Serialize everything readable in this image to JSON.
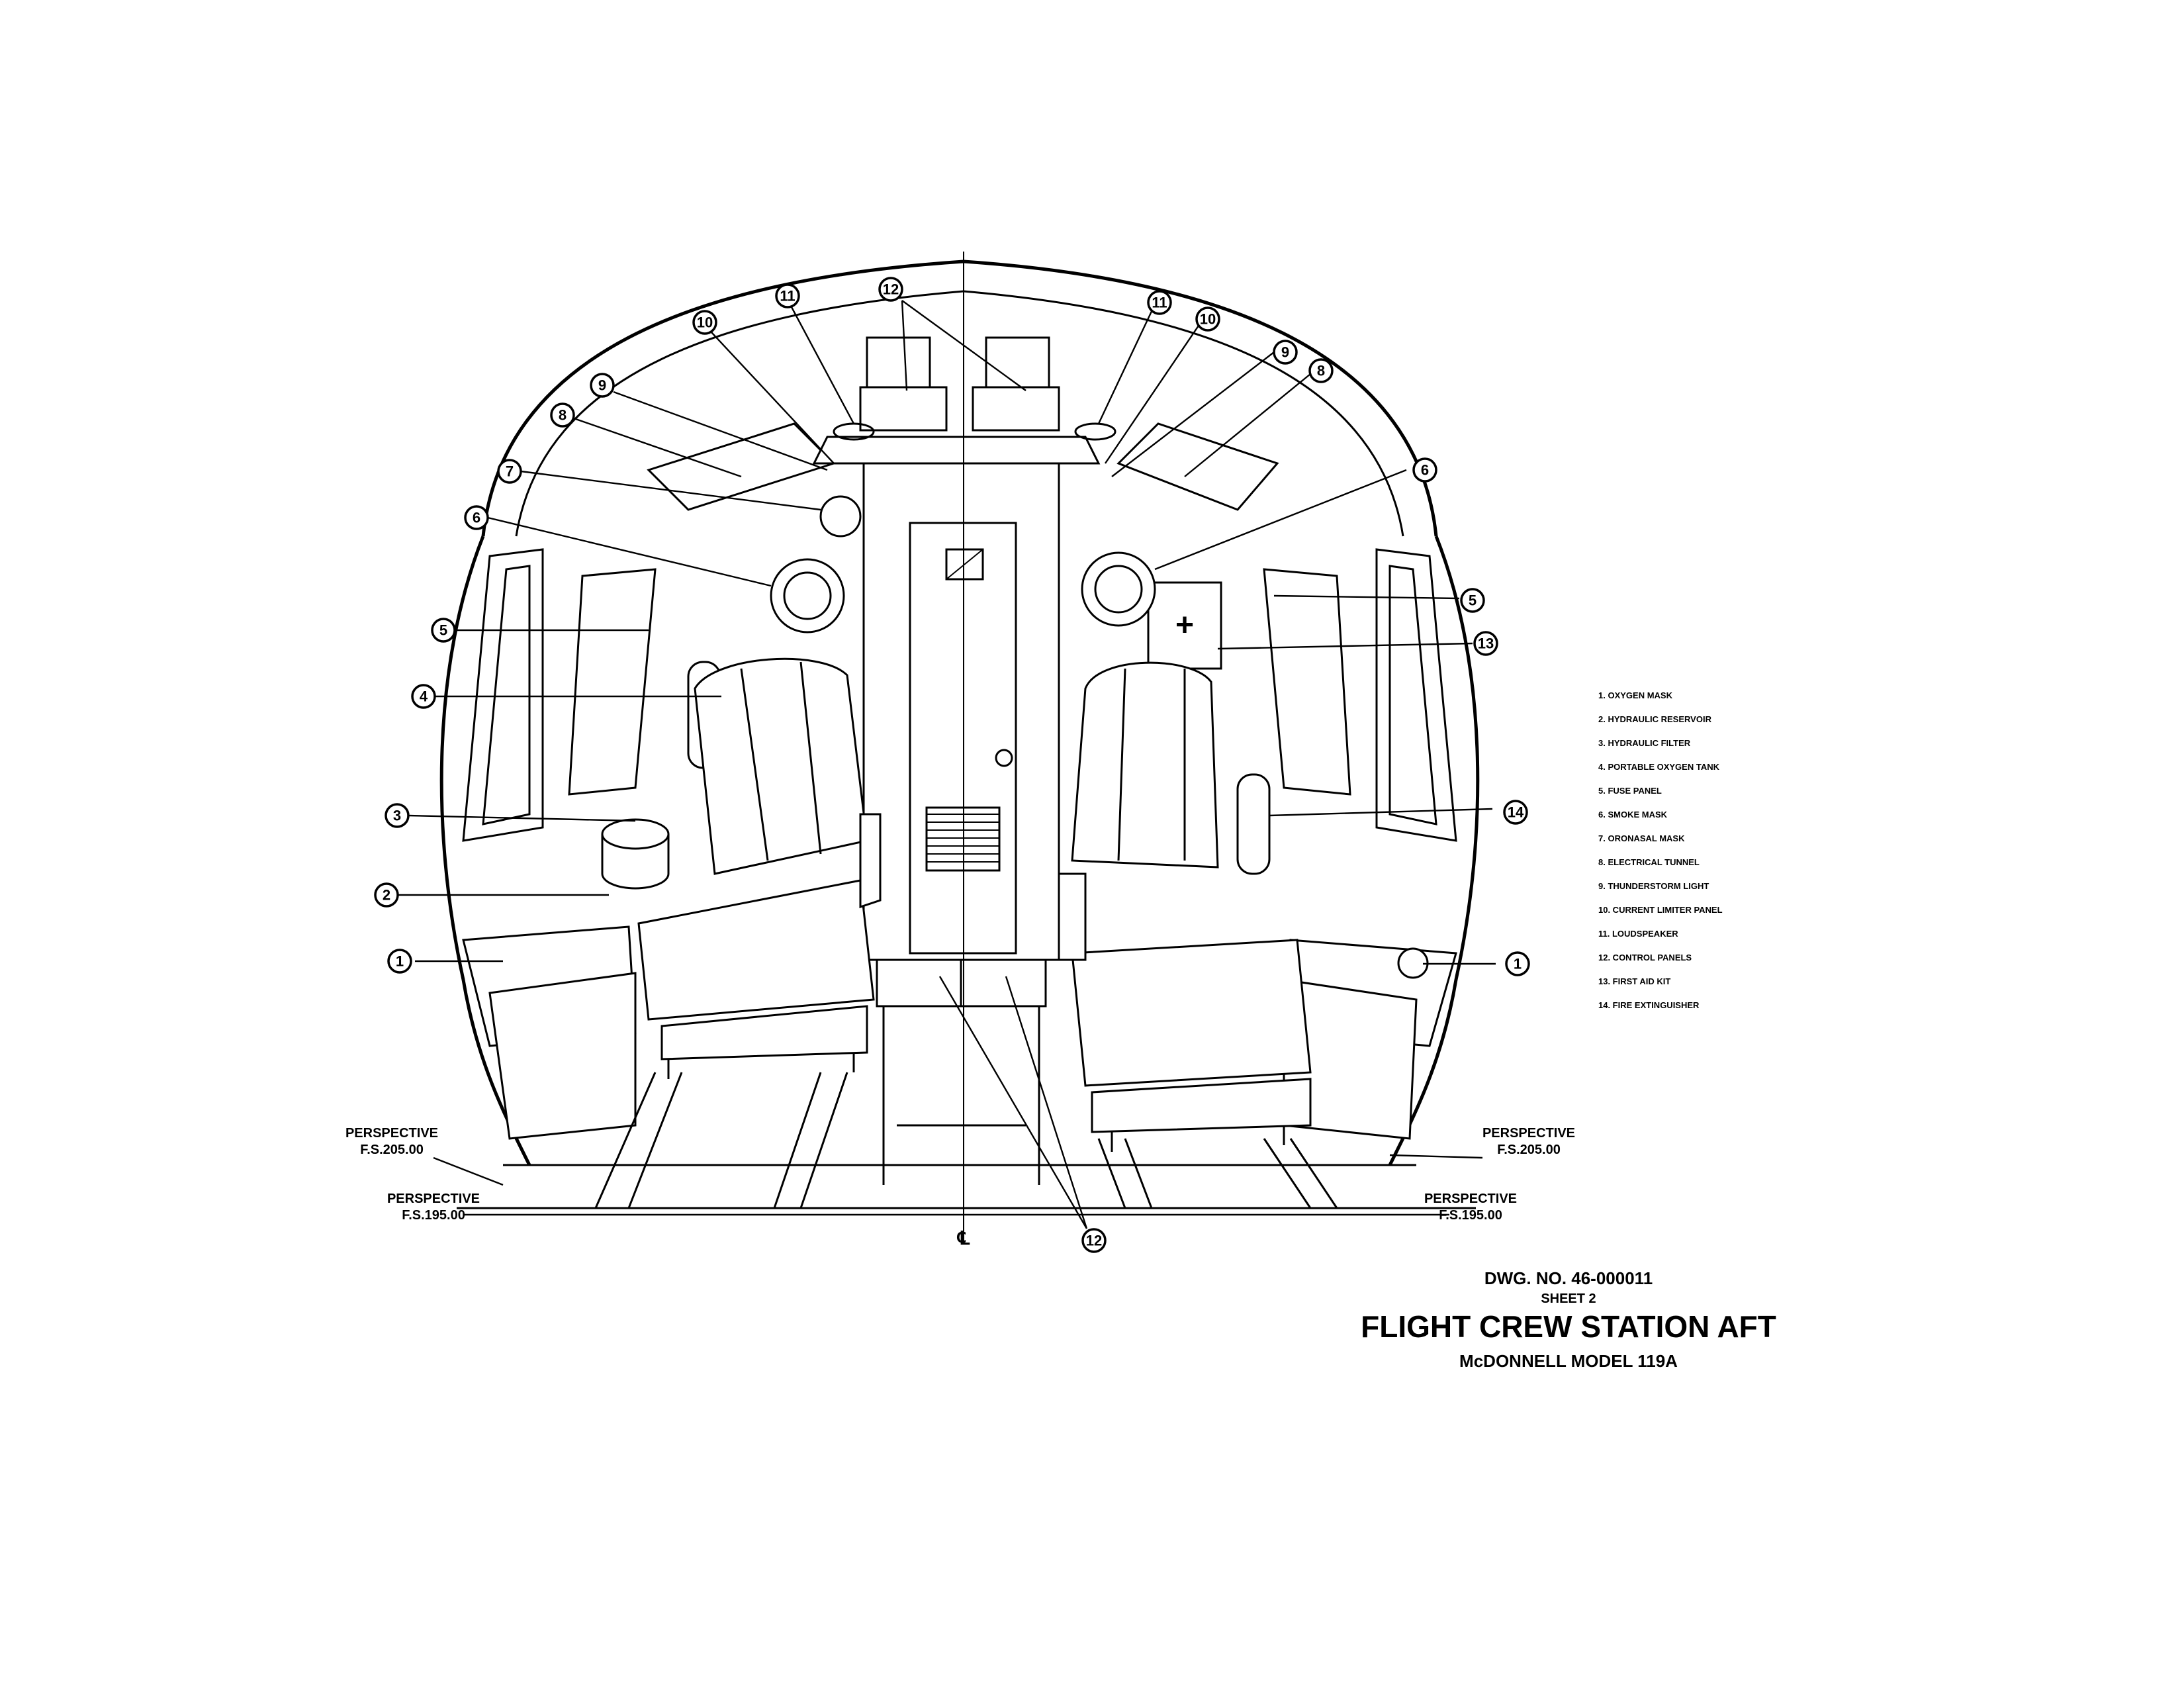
{
  "callouts": [
    {
      "num": "1",
      "side": "left"
    },
    {
      "num": "2",
      "side": "left"
    },
    {
      "num": "3",
      "side": "left"
    },
    {
      "num": "4",
      "side": "left"
    },
    {
      "num": "5",
      "side": "left"
    },
    {
      "num": "6",
      "side": "left"
    },
    {
      "num": "7",
      "side": "left"
    },
    {
      "num": "8",
      "side": "left"
    },
    {
      "num": "9",
      "side": "left"
    },
    {
      "num": "10",
      "side": "left"
    },
    {
      "num": "11",
      "side": "left"
    },
    {
      "num": "12",
      "side": "top"
    },
    {
      "num": "11",
      "side": "right"
    },
    {
      "num": "10",
      "side": "right"
    },
    {
      "num": "9",
      "side": "right"
    },
    {
      "num": "8",
      "side": "right"
    },
    {
      "num": "6",
      "side": "right"
    },
    {
      "num": "5",
      "side": "right"
    },
    {
      "num": "13",
      "side": "right"
    },
    {
      "num": "14",
      "side": "right"
    },
    {
      "num": "1",
      "side": "right"
    },
    {
      "num": "12",
      "side": "bottom"
    }
  ],
  "perspectives": [
    {
      "line1": "PERSPECTIVE",
      "line2": "F.S.205.00"
    },
    {
      "line1": "PERSPECTIVE",
      "line2": "F.S.195.00"
    },
    {
      "line1": "PERSPECTIVE",
      "line2": "F.S.205.00"
    },
    {
      "line1": "PERSPECTIVE",
      "line2": "F.S.195.00"
    }
  ],
  "centerline_symbol": "℄",
  "legend": [
    "1. OXYGEN MASK",
    "2. HYDRAULIC RESERVOIR",
    "3. HYDRAULIC FILTER",
    "4. PORTABLE OXYGEN TANK",
    "5. FUSE PANEL",
    "6. SMOKE MASK",
    "7. ORONASAL MASK",
    "8. ELECTRICAL TUNNEL",
    "9. THUNDERSTORM LIGHT",
    "10. CURRENT LIMITER PANEL",
    "11. LOUDSPEAKER",
    "12. CONTROL PANELS",
    "13. FIRST AID KIT",
    "14. FIRE EXTINGUISHER"
  ],
  "title_block": {
    "dwg_no": "DWG. NO. 46-000011",
    "sheet": "SHEET 2",
    "title": "FLIGHT CREW STATION AFT",
    "model": "McDONNELL MODEL 119A"
  },
  "first_aid_symbol": "+"
}
